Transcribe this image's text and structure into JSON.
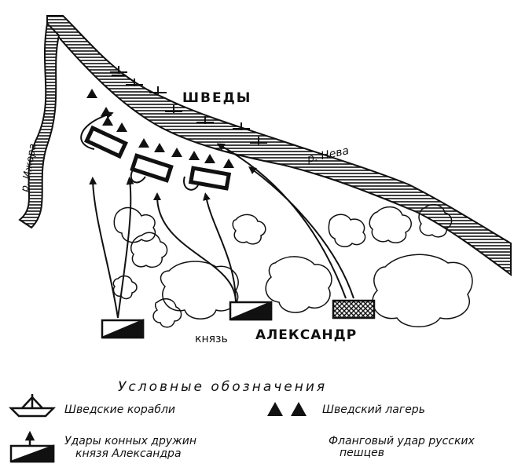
{
  "map": {
    "swedes_label": "ШВЕДЫ",
    "river_neva_label": "р. Нева",
    "river_izhora_label": "р. Ижора",
    "prince_label": "князь",
    "alexander_label": "АЛЕКСАНДР"
  },
  "legend": {
    "title": "Условные обозначения",
    "ships_label": "Шведские корабли",
    "camp_label": "Шведский лагерь",
    "cavalry_label_line1": "Удары конных дружин",
    "cavalry_label_line2": "князя Александра",
    "infantry_label_line1": "Фланговый удар русских",
    "infantry_label_line2": "пешцев"
  },
  "colors": {
    "ink": "#111111",
    "paper": "#ffffff"
  }
}
